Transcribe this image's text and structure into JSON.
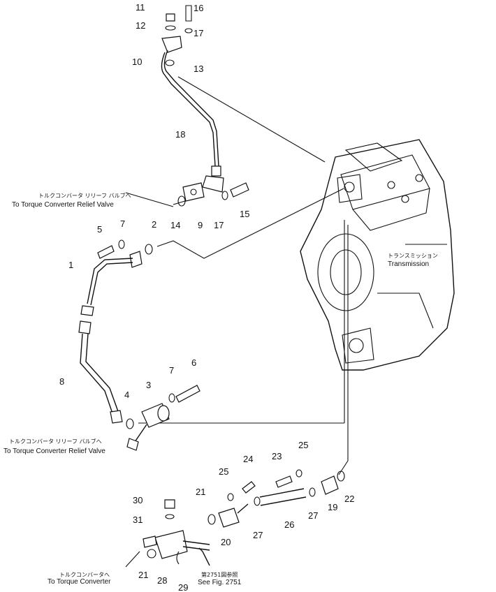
{
  "callouts": {
    "c1": "1",
    "c2": "2",
    "c3": "3",
    "c4": "4",
    "c5": "5",
    "c6": "6",
    "c7a": "7",
    "c7b": "7",
    "c8": "8",
    "c9": "9",
    "c10": "10",
    "c11": "11",
    "c12": "12",
    "c13": "13",
    "c14": "14",
    "c15": "15",
    "c16": "16",
    "c17a": "17",
    "c17b": "17",
    "c18": "18",
    "c19": "19",
    "c20": "20",
    "c21a": "21",
    "c21b": "21",
    "c22": "22",
    "c23": "23",
    "c24": "24",
    "c25a": "25",
    "c25b": "25",
    "c26": "26",
    "c27a": "27",
    "c27b": "27",
    "c28": "28",
    "c29": "29",
    "c30": "30",
    "c31": "31"
  },
  "notes": {
    "relief_top_jp": "トルクコンバータ リリーフ バルブへ",
    "relief_top_en": "To Torque Converter Relief Valve",
    "relief_mid_jp": "トルクコンバータ リリーフ バルブへ",
    "relief_mid_en": "To Torque Converter Relief Valve",
    "tc_jp": "トルクコンバータへ",
    "tc_en": "To Torque Converter",
    "transmission_jp": "トランスミッション",
    "transmission_en": "Transmission",
    "fig_jp": "第2751図参照",
    "fig_en": "See Fig. 2751"
  }
}
